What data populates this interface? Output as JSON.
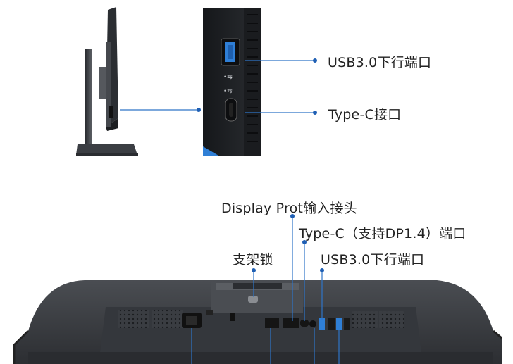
{
  "colors": {
    "callout_line": "#2e74c8",
    "callout_dot": "#1f5fb4",
    "monitor_body": "#3c3f44",
    "panel_dark": "#1e2125",
    "accent_blue": "#2f7fd6"
  },
  "callouts": {
    "usb_top": "USB3.0下行端口",
    "typec_top": "Type-C接口",
    "display_port": "Display Prot输入接头",
    "typec_dp": "Type-C（支持DP1.4）端口",
    "stand_lock": "支架锁",
    "usb_bottom": "USB3.0下行端口"
  }
}
